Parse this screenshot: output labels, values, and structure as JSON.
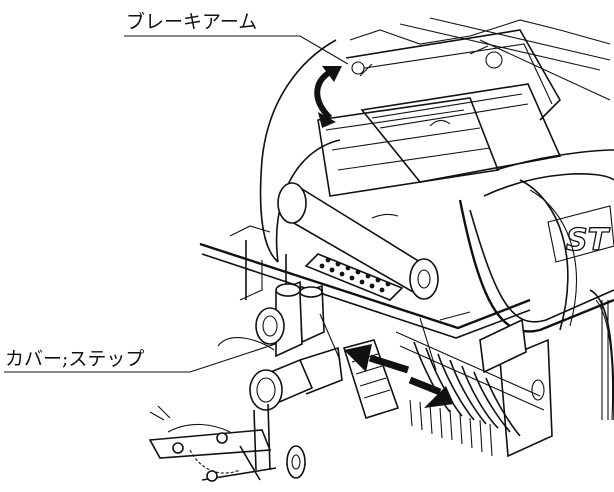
{
  "callouts": {
    "brake_arm": "ブレーキアーム",
    "cover_step": "カバー;ステップ"
  },
  "brand_fragment": "ST"
}
